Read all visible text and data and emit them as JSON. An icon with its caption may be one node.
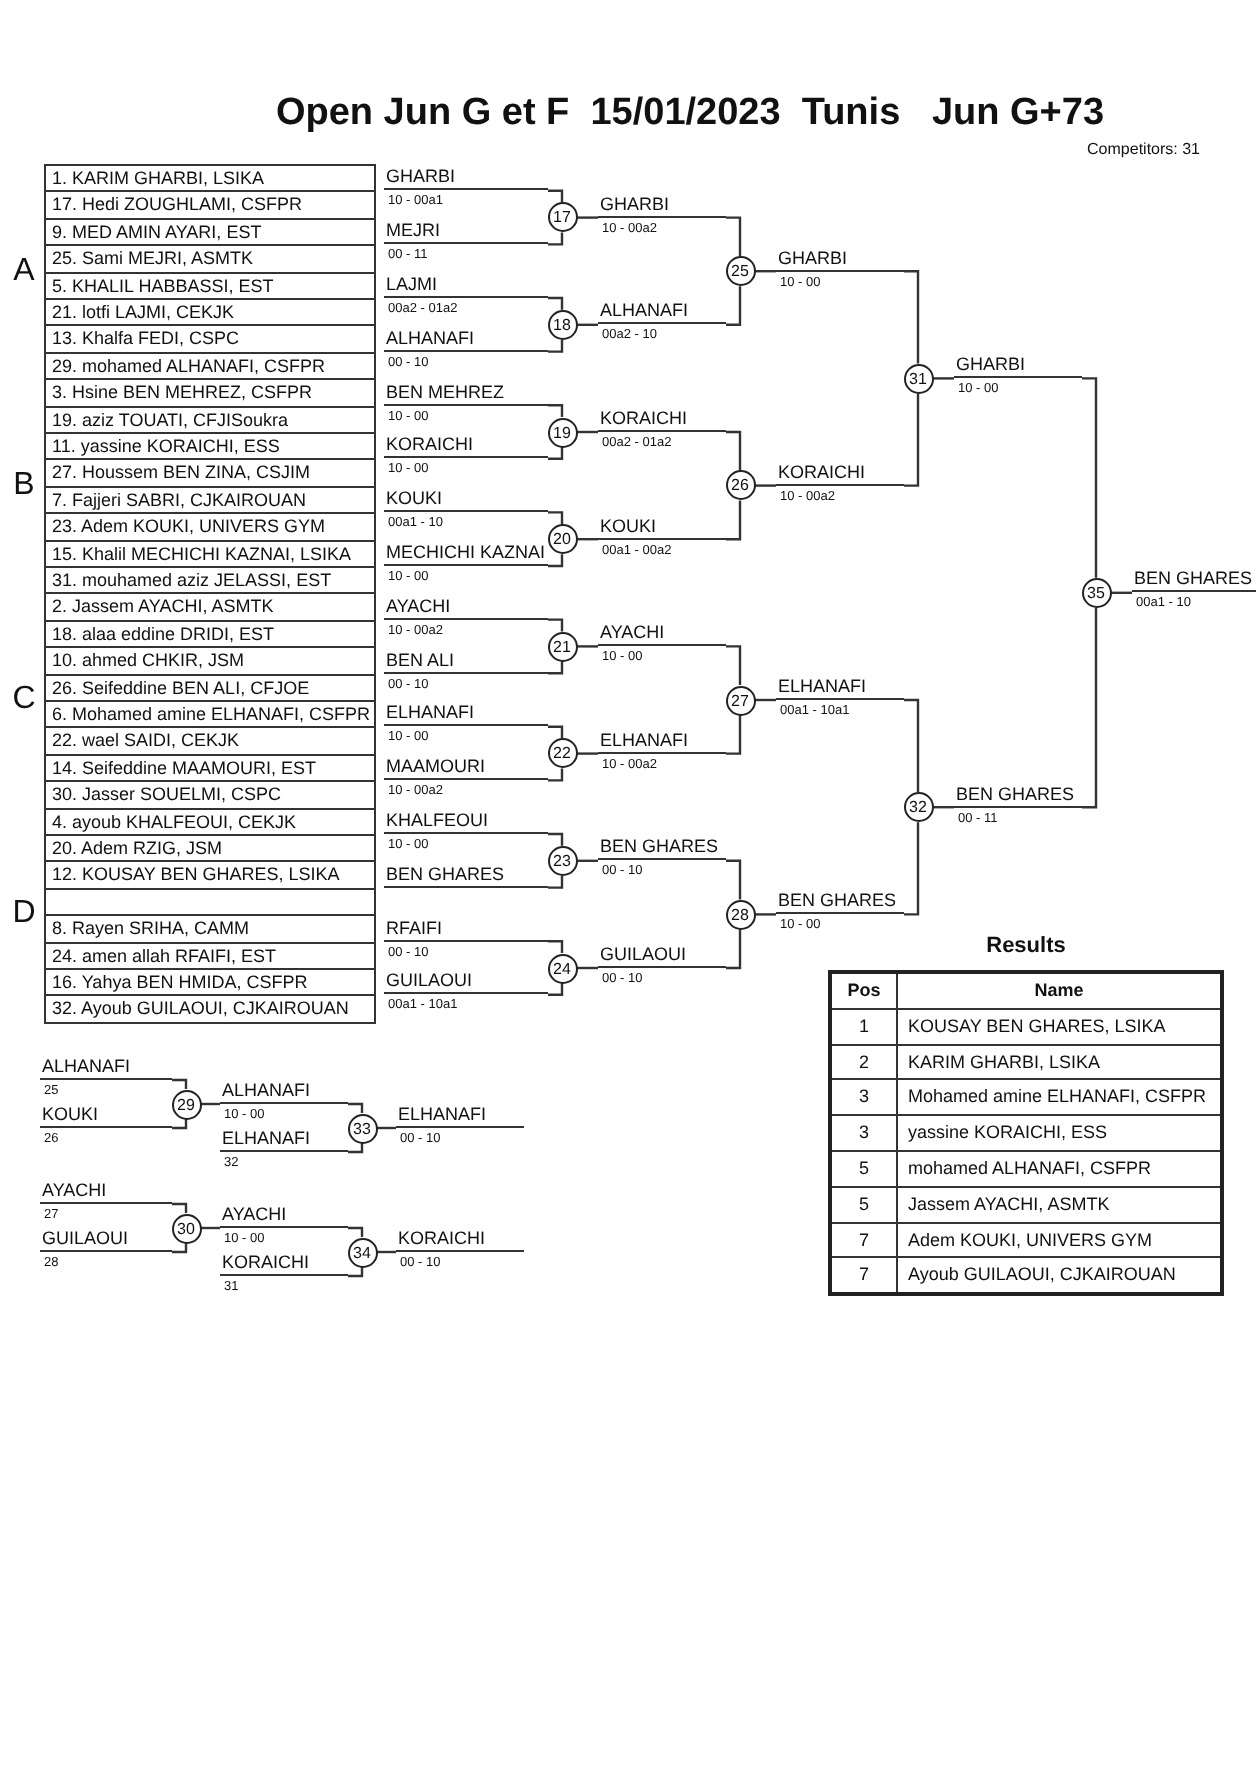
{
  "diagram": {
    "title": "Open Jun G et F  15/01/2023  Tunis   Jun G+73",
    "nodes": [
      {
        "text": [
          "GHARBI"
        ],
        "beside": [
          "10 - 00a1"
        ]
      },
      {
        "text": [
          "MEJRI"
        ],
        "beside": [
          "00 - 11"
        ]
      },
      {
        "text": [
          "LAJMI"
        ],
        "beside": [
          "00a2 - 01a2"
        ]
      },
      {
        "text": [
          "ALHANAFI"
        ],
        "beside": [
          "00 - 10"
        ]
      },
      {
        "text": [
          "BEN MEHREZ"
        ],
        "beside": [
          "10 - 00"
        ]
      },
      {
        "text": [
          "KORAICHI"
        ],
        "beside": [
          "10 - 00"
        ]
      },
      {
        "text": [
          "KOUKI"
        ],
        "beside": [
          "00a1 - 10"
        ]
      },
      {
        "text": [
          "MECHICHI KAZNAI"
        ],
        "beside": [
          "10 - 00"
        ]
      },
      {
        "text": [
          "AYACHI"
        ],
        "beside": [
          "10 - 00a2"
        ]
      },
      {
        "text": [
          "BEN ALI"
        ],
        "beside": [
          "00 - 10"
        ]
      },
      {
        "text": [
          "ELHANAFI"
        ],
        "beside": [
          "10 - 00"
        ]
      },
      {
        "text": [
          "MAAMOURI"
        ],
        "beside": [
          "10 - 00a2"
        ]
      },
      {
        "text": [
          "KHALFEOUI"
        ],
        "beside": [
          "10 - 00"
        ]
      },
      {
        "text": [
          "BEN GHARES"
        ]
      },
      {
        "text": [
          "RFAIFI"
        ],
        "beside": [
          "00 - 10"
        ]
      },
      {
        "text": [
          "GUILAOUI"
        ],
        "beside": [
          "00a1 - 10a1"
        ]
      },
      {
        "text": [
          "17"
        ]
      },
      {
        "text": [
          "18"
        ]
      },
      {
        "text": [
          "19"
        ]
      },
      {
        "text": [
          "20"
        ]
      },
      {
        "text": [
          "21"
        ]
      },
      {
        "text": [
          "22"
        ]
      },
      {
        "text": [
          "23"
        ]
      },
      {
        "text": [
          "24"
        ]
      },
      {
        "text": [
          "GHARBI"
        ],
        "beside": [
          "10 - 00a2"
        ]
      },
      {
        "text": [
          "ALHANAFI"
        ],
        "beside": [
          "00a2 - 10"
        ]
      },
      {
        "text": [
          "KORAICHI"
        ],
        "beside": [
          "00a2 - 01a2"
        ]
      },
      {
        "text": [
          "KOUKI"
        ],
        "beside": [
          "00a1 - 00a2"
        ]
      },
      {
        "text": [
          "AYACHI"
        ],
        "beside": [
          "10 - 00"
        ]
      },
      {
        "text": [
          "ELHANAFI"
        ],
        "beside": [
          "10 - 00a2"
        ]
      },
      {
        "text": [
          "BEN GHARES"
        ],
        "beside": [
          "00 - 10"
        ]
      },
      {
        "text": [
          "GUILAOUI"
        ],
        "beside": [
          "00 - 10"
        ]
      },
      {
        "text": [
          "25"
        ]
      },
      {
        "text": [
          "26"
        ]
      },
      {
        "text": [
          "27"
        ]
      },
      {
        "text": [
          "28"
        ]
      },
      {
        "text": [
          "GHARBI"
        ],
        "beside": [
          "10 - 00"
        ]
      },
      {
        "text": [
          "KORAICHI"
        ],
        "beside": [
          "10 - 00a2"
        ]
      },
      {
        "text": [
          "ELHANAFI"
        ],
        "beside": [
          "00a1 - 10a1"
        ]
      },
      {
        "text": [
          "BEN GHARES"
        ],
        "beside": [
          "10 - 00"
        ]
      },
      {
        "text": [
          "31"
        ]
      },
      {
        "text": [
          "32"
        ]
      },
      {
        "text": [
          "GHARBI"
        ],
        "beside": [
          "10 - 00"
        ]
      },
      {
        "text": [
          "BEN GHARES"
        ],
        "beside": [
          "00 - 11"
        ]
      },
      {
        "text": [
          "35"
        ]
      },
      {
        "text": [
          "BEN GHARES"
        ],
        "beside": [
          "00a1 - 10"
        ]
      },
      {
        "text": [
          "ALHANAFI"
        ],
        "beside": [
          "25"
        ]
      },
      {
        "text": [
          "KOUKI"
        ],
        "beside": [
          "26"
        ]
      },
      {
        "text": [
          "29"
        ]
      },
      {
        "text": [
          "ALHANAFI"
        ],
        "beside": [
          "10 - 00"
        ]
      },
      {
        "text": [
          "ELHANAFI"
        ],
        "beside": [
          "32"
        ]
      },
      {
        "text": [
          "33"
        ]
      },
      {
        "text": [
          "ELHANAFI"
        ],
        "beside": [
          "00 - 10"
        ]
      },
      {
        "text": [
          "AYACHI"
        ],
        "beside": [
          "27"
        ]
      },
      {
        "text": [
          "GUILAOUI"
        ],
        "beside": [
          "28"
        ]
      },
      {
        "text": [
          "30"
        ]
      },
      {
        "text": [
          "AYACHI"
        ],
        "beside": [
          "10 - 00"
        ]
      },
      {
        "text": [
          "KORAICHI"
        ],
        "beside": [
          "31"
        ]
      },
      {
        "text": [
          "34"
        ]
      },
      {
        "text": [
          "KORAICHI"
        ],
        "beside": [
          "00 - 10"
        ]
      }
    ],
    "edges": [
      {
        "from": 0,
        "to": 16,
        "arrow": "none"
      },
      {
        "from": 1,
        "to": 16,
        "arrow": "none"
      },
      {
        "from": 2,
        "to": 17,
        "arrow": "none"
      },
      {
        "from": 3,
        "to": 17,
        "arrow": "none"
      },
      {
        "from": 4,
        "to": 18,
        "arrow": "none"
      },
      {
        "from": 5,
        "to": 18,
        "arrow": "none"
      },
      {
        "from": 6,
        "to": 19,
        "arrow": "none"
      },
      {
        "from": 7,
        "to": 19,
        "arrow": "none"
      },
      {
        "from": 8,
        "to": 20,
        "arrow": "none"
      },
      {
        "from": 9,
        "to": 20,
        "arrow": "none"
      },
      {
        "from": 10,
        "to": 21,
        "arrow": "none"
      },
      {
        "from": 11,
        "to": 21,
        "arrow": "none"
      },
      {
        "from": 12,
        "to": 22,
        "arrow": "none"
      },
      {
        "from": 13,
        "to": 22,
        "arrow": "none"
      },
      {
        "from": 14,
        "to": 23,
        "arrow": "none"
      },
      {
        "from": 15,
        "to": 23,
        "arrow": "none"
      },
      {
        "from": 16,
        "to": 24,
        "arrow": "none"
      },
      {
        "from": 17,
        "to": 25,
        "arrow": "none"
      },
      {
        "from": 18,
        "to": 26,
        "arrow": "none"
      },
      {
        "from": 19,
        "to": 27,
        "arrow": "none"
      },
      {
        "from": 20,
        "to": 28,
        "arrow": "none"
      },
      {
        "from": 21,
        "to": 29,
        "arrow": "none"
      },
      {
        "from": 22,
        "to": 30,
        "arrow": "none"
      },
      {
        "from": 23,
        "to": 31,
        "arrow": "none"
      },
      {
        "from": 24,
        "to": 32,
        "arrow": "none"
      },
      {
        "from": 25,
        "to": 32,
        "arrow": "none"
      },
      {
        "from": 26,
        "to": 33,
        "arrow": "none"
      },
      {
        "from": 27,
        "to": 33,
        "arrow": "none"
      },
      {
        "from": 28,
        "to": 34,
        "arrow": "none"
      },
      {
        "from": 29,
        "to": 34,
        "arrow": "none"
      },
      {
        "from": 30,
        "to": 35,
        "arrow": "none"
      },
      {
        "from": 31,
        "to": 35,
        "arrow": "none"
      },
      {
        "from": 32,
        "to": 36,
        "arrow": "none"
      },
      {
        "from": 33,
        "to": 37,
        "arrow": "none"
      },
      {
        "from": 34,
        "to": 38,
        "arrow": "none"
      },
      {
        "from": 35,
        "to": 39,
        "arrow": "none"
      },
      {
        "from": 36,
        "to": 40,
        "arrow": "none"
      },
      {
        "from": 37,
        "to": 40,
        "arrow": "none"
      },
      {
        "from": 38,
        "to": 41,
        "arrow": "none"
      },
      {
        "from": 39,
        "to": 41,
        "arrow": "none"
      },
      {
        "from": 40,
        "to": 42,
        "arrow": "none"
      },
      {
        "from": 41,
        "to": 43,
        "arrow": "none"
      },
      {
        "from": 42,
        "to": 44,
        "arrow": "none"
      },
      {
        "from": 43,
        "to": 44,
        "arrow": "none"
      },
      {
        "from": 44,
        "to": 45,
        "arrow": "none"
      },
      {
        "from": 46,
        "to": 48,
        "arrow": "none"
      },
      {
        "from": 47,
        "to": 48,
        "arrow": "none"
      },
      {
        "from": 48,
        "to": 49,
        "arrow": "none"
      },
      {
        "from": 49,
        "to": 51,
        "arrow": "none"
      },
      {
        "from": 50,
        "to": 51,
        "arrow": "none"
      },
      {
        "from": 51,
        "to": 52,
        "arrow": "none"
      },
      {
        "from": 53,
        "to": 55,
        "arrow": "none"
      },
      {
        "from": 54,
        "to": 55,
        "arrow": "none"
      },
      {
        "from": 55,
        "to": 56,
        "arrow": "none"
      },
      {
        "from": 56,
        "to": 58,
        "arrow": "none"
      },
      {
        "from": 57,
        "to": 58,
        "arrow": "none"
      },
      {
        "from": 58,
        "to": 59,
        "arrow": "none"
      }
    ],
    "labels": [
      "Competitors: 31",
      "A",
      "1. KARIM GHARBI, LSIKA",
      "17. Hedi ZOUGHLAMI, CSFPR",
      "9. MED AMIN AYARI, EST",
      "25. Sami MEJRI, ASMTK",
      "5. KHALIL HABBASSI, EST",
      "21. lotfi LAJMI, CEKJK",
      "13. Khalfa FEDI, CSPC",
      "29. mohamed ALHANAFI, CSFPR",
      "B",
      "3. Hsine BEN MEHREZ, CSFPR",
      "19. aziz TOUATI, CFJISoukra",
      "11. yassine KORAICHI, ESS",
      "27. Houssem BEN ZINA, CSJIM",
      "7. Fajjeri SABRI, CJKAIROUAN",
      "23. Adem KOUKI, UNIVERS GYM",
      "15. Khalil MECHICHI KAZNAI, LSIKA",
      "31. mouhamed aziz JELASSI, EST",
      "C",
      "2. Jassem AYACHI, ASMTK",
      "18. alaa eddine DRIDI, EST",
      "10. ahmed CHKIR, JSM",
      "26. Seifeddine BEN ALI, CFJOE",
      "6. Mohamed amine ELHANAFI, CSFPR",
      "22. wael SAIDI, CEKJK",
      "14. Seifeddine MAAMOURI, EST",
      "30. Jasser SOUELMI, CSPC",
      "D",
      "4. ayoub KHALFEOUI, CEKJK",
      "20. Adem RZIG, JSM",
      "12. KOUSAY BEN GHARES, LSIKA",
      "8. Rayen SRIHA, CAMM",
      "24. amen allah RFAIFI, EST",
      "16. Yahya BEN HMIDA, CSFPR",
      "32. Ayoub GUILAOUI, CJKAIROUAN",
      "Results",
      "Pos",
      "Name",
      "1",
      "KOUSAY BEN GHARES, LSIKA",
      "2",
      "KARIM GHARBI, LSIKA",
      "3",
      "Mohamed amine ELHANAFI, CSFPR",
      "3",
      "yassine KORAICHI, ESS",
      "5",
      "mohamed ALHANAFI, CSFPR",
      "5",
      "Jassem AYACHI, ASMTK",
      "7",
      "Adem KOUKI, UNIVERS GYM",
      "7",
      "Ayoub GUILAOUI, CJKAIROUAN"
    ]
  }
}
